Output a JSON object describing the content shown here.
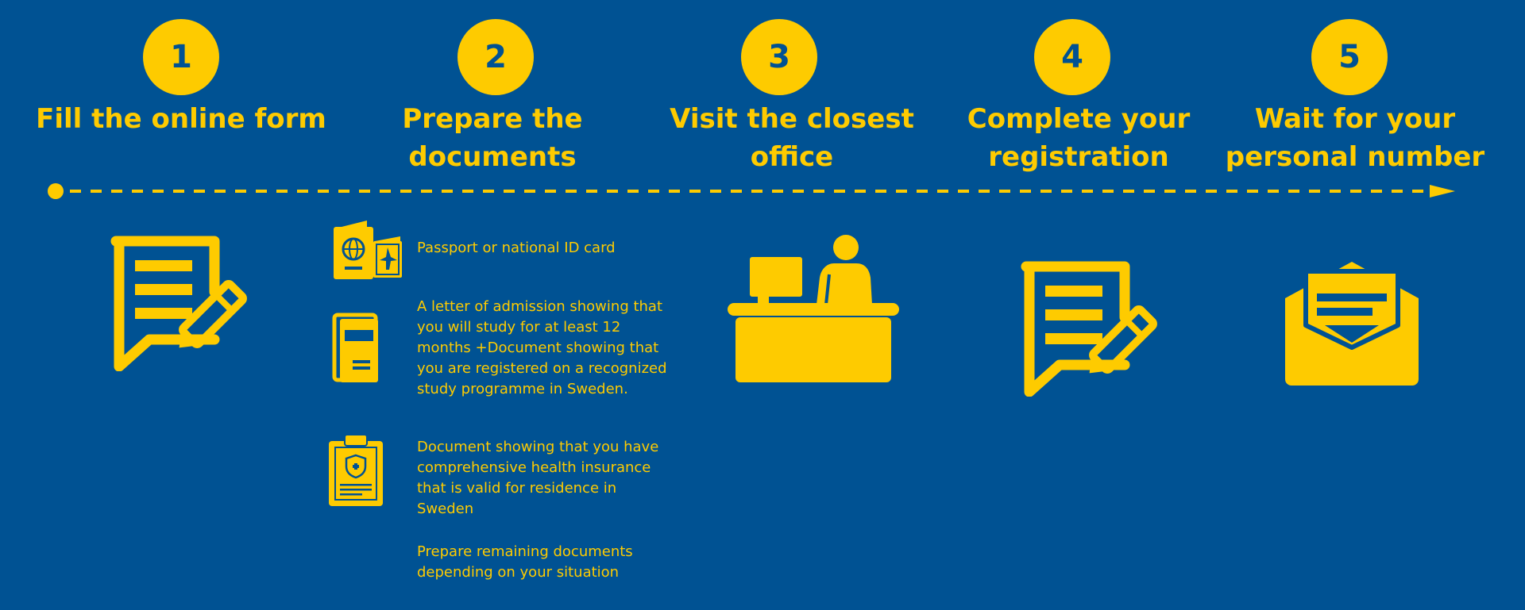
{
  "colors": {
    "background": "#005293",
    "accent": "#FECB00"
  },
  "steps": [
    {
      "number": "1",
      "title": "Fill the online form",
      "icon": "form-edit-icon"
    },
    {
      "number": "2",
      "title": "Prepare the\ndocuments",
      "icon": "documents-icon"
    },
    {
      "number": "3",
      "title": "Visit the closest\noffice",
      "icon": "office-desk-icon"
    },
    {
      "number": "4",
      "title": "Complete your\nregistration",
      "icon": "form-edit-icon"
    },
    {
      "number": "5",
      "title": "Wait for your\npersonal number",
      "icon": "open-envelope-icon"
    }
  ],
  "documents": [
    {
      "icon": "passport-icon",
      "text": "Passport or national ID card"
    },
    {
      "icon": "booklet-icon",
      "text": "A letter of admission showing that you will study for at least 12 months +Document showing that you are registered on a recognized study programme in Sweden."
    },
    {
      "icon": "insurance-clipboard-icon",
      "text": "Document showing that you have comprehensive health insurance that is valid for residence in Sweden"
    },
    {
      "icon": "",
      "text": "Prepare remaining documents depending on your situation"
    }
  ]
}
